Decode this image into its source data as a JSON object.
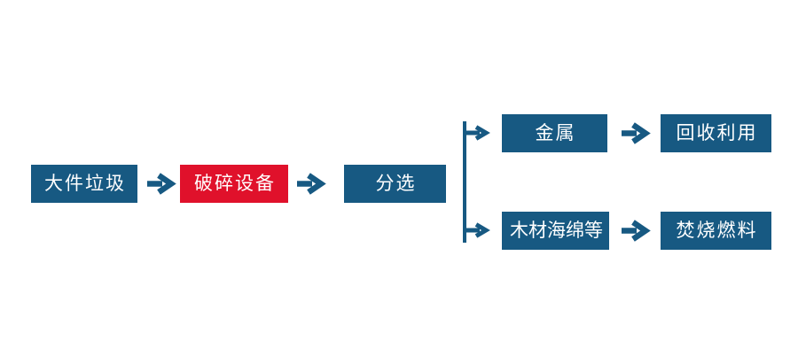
{
  "colors": {
    "background": "#ffffff",
    "node-blue": "#175982",
    "node-red": "#e0112b",
    "arrow-blue": "#175982",
    "node-text": "#ffffff"
  },
  "flowchart": {
    "type": "process-flow",
    "nodes": [
      {
        "id": "bulky-waste",
        "label": "大件垃圾",
        "style": "blue"
      },
      {
        "id": "crushing-equipment",
        "label": "破碎设备",
        "style": "red"
      },
      {
        "id": "sorting",
        "label": "分选",
        "style": "blue"
      },
      {
        "id": "metal",
        "label": "金属",
        "style": "blue"
      },
      {
        "id": "recycling",
        "label": "回收利用",
        "style": "blue"
      },
      {
        "id": "wood-sponge-etc",
        "label": "木材海绵等",
        "style": "blue"
      },
      {
        "id": "incineration-fuel",
        "label": "焚烧燃料",
        "style": "blue"
      }
    ],
    "edges": [
      {
        "from": "bulky-waste",
        "to": "crushing-equipment"
      },
      {
        "from": "crushing-equipment",
        "to": "sorting"
      },
      {
        "from": "sorting",
        "to": "metal"
      },
      {
        "from": "sorting",
        "to": "wood-sponge-etc"
      },
      {
        "from": "metal",
        "to": "recycling"
      },
      {
        "from": "wood-sponge-etc",
        "to": "incineration-fuel"
      }
    ]
  }
}
